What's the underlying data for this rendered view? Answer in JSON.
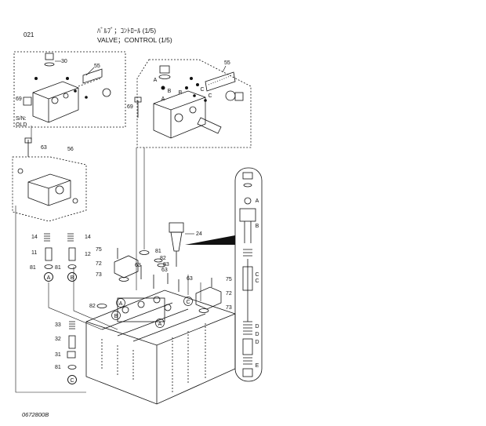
{
  "header": {
    "page_number": "021",
    "title_jp": "ﾊﾞﾙﾌﾞ；ｺﾝﾄﾛｰﾙ (1/5)",
    "title_en": "VALVE；CONTROL (1/5)"
  },
  "footer": {
    "drawing_id": "0672800B"
  },
  "inset": {
    "serial_note_line1": "S/N:",
    "serial_note_line2": "OLD"
  },
  "callouts": {
    "c30": "30",
    "c55a": "55",
    "c55b": "55",
    "c69a": "69",
    "c69b": "69",
    "c63a": "63",
    "c56": "56",
    "c24": "24",
    "c75a": "75",
    "c75b": "75",
    "c72a": "72",
    "c72b": "72",
    "c73a": "73",
    "c73b": "73",
    "c81a": "81",
    "c81b": "81",
    "c81c": "81",
    "c81d": "81",
    "c82a": "82",
    "c82b": "82",
    "c83": "83",
    "c63b": "63",
    "c63c": "63",
    "c63d": "63",
    "c14a": "14",
    "c14b": "14",
    "c11": "11",
    "c12": "12",
    "c33": "33",
    "c32": "32",
    "c31": "31"
  },
  "letters": {
    "A": "A",
    "B": "B",
    "C": "C",
    "D": "D",
    "E": "E"
  }
}
